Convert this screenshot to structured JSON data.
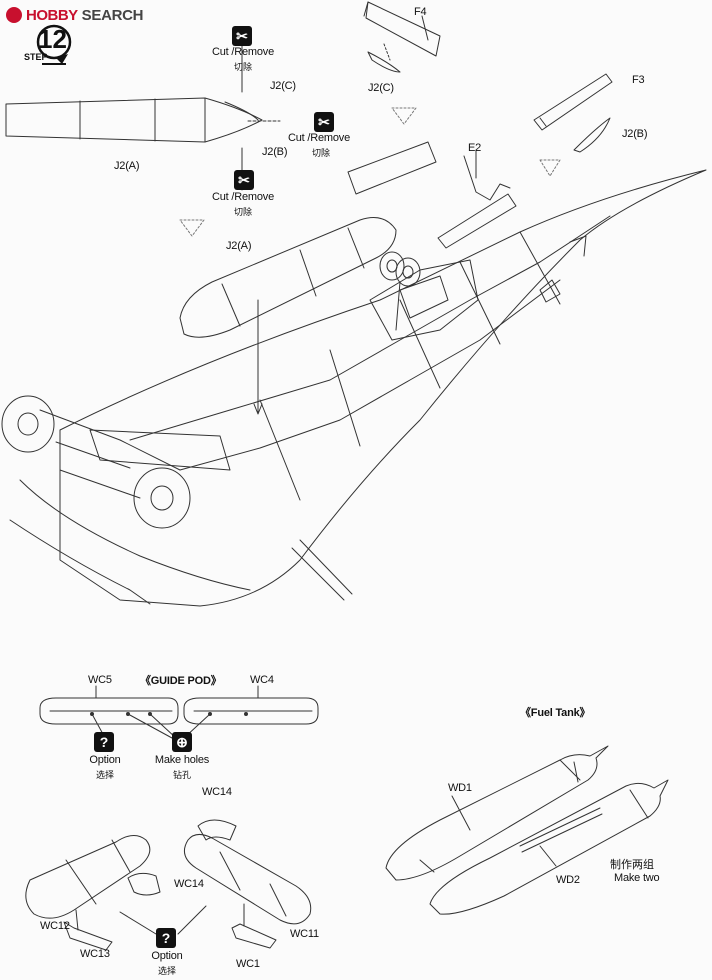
{
  "header": {
    "logo_text_1": "HOBBY",
    "logo_text_2": "SEARCH"
  },
  "step": {
    "number": "12",
    "label": "STEP"
  },
  "top_section": {
    "cut_remove_1": "Cut /Remove",
    "cut_remove_1_cn": "切除",
    "cut_remove_2": "Cut /Remove",
    "cut_remove_2_cn": "切除",
    "cut_remove_3": "Cut /Remove",
    "cut_remove_3_cn": "切除",
    "part_j2c_1": "J2(C)",
    "part_j2b_1": "J2(B)",
    "part_j2a_1": "J2(A)",
    "part_j2a_2": "J2(A)",
    "part_f4": "F4",
    "part_j2c_2": "J2(C)",
    "part_f3": "F3",
    "part_j2b_2": "J2(B)",
    "part_e2": "E2"
  },
  "guide_pod": {
    "title": "《GUIDE POD》",
    "wc5": "WC5",
    "wc4": "WC4",
    "option_label": "Option",
    "option_cn": "选择",
    "make_holes_label": "Make holes",
    "make_holes_cn": "钻孔",
    "wc14_top": "WC14",
    "wc14_left": "WC14",
    "wc12": "WC12",
    "wc13": "WC13",
    "wc11": "WC11",
    "wc1": "WC1",
    "option2_label": "Option",
    "option2_cn": "选择"
  },
  "fuel_tank": {
    "title": "《Fuel Tank》",
    "wd1": "WD1",
    "wd2": "WD2",
    "make_two_cn": "制作两组",
    "make_two": "Make two"
  },
  "icons": {
    "logo": "hobby-search-logo-icon",
    "cut": "cut-remove-icon",
    "option": "question-mark-icon",
    "drill": "drill-icon"
  }
}
